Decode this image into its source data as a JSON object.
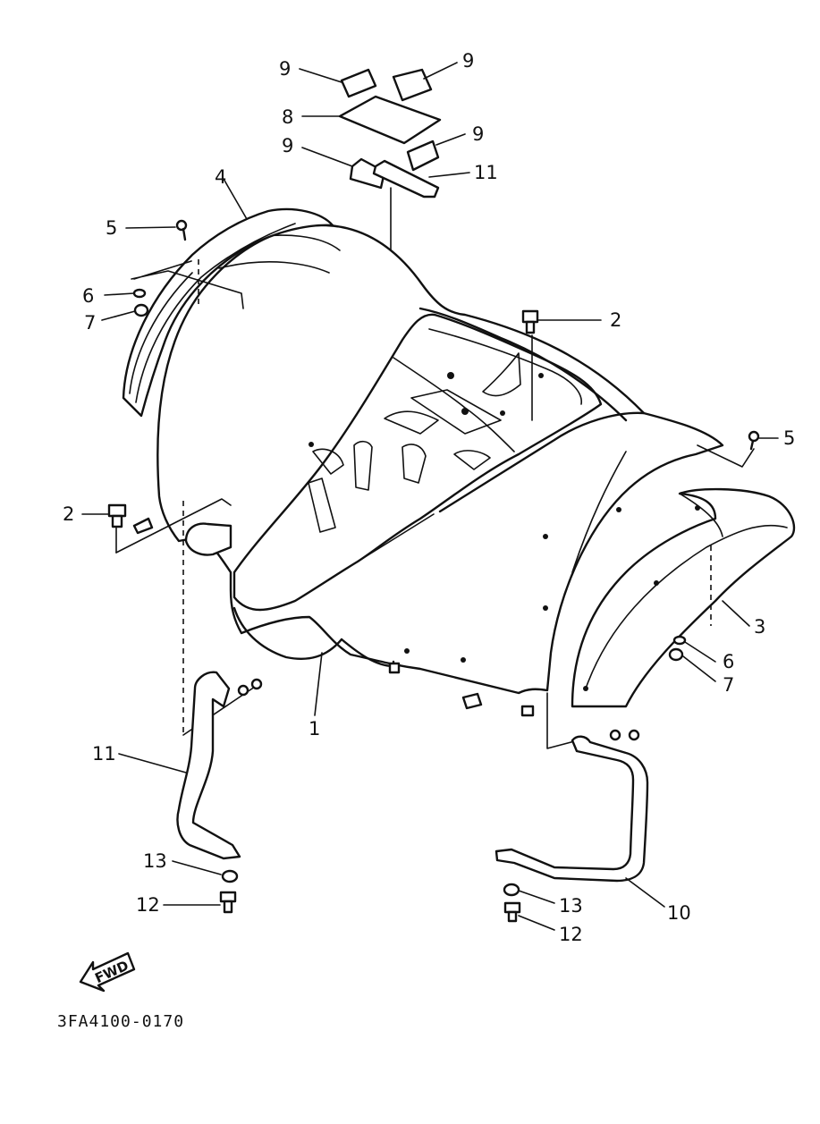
{
  "diagram": {
    "drawing_code": "3FA4100-0170",
    "direction_arrow": "FWD",
    "callouts": [
      {
        "id": "c9a",
        "label": "9"
      },
      {
        "id": "c9b",
        "label": "9"
      },
      {
        "id": "c8",
        "label": "8"
      },
      {
        "id": "c9c",
        "label": "9"
      },
      {
        "id": "c9d",
        "label": "9"
      },
      {
        "id": "c11a",
        "label": "11"
      },
      {
        "id": "c4",
        "label": "4"
      },
      {
        "id": "c5a",
        "label": "5"
      },
      {
        "id": "c6a",
        "label": "6"
      },
      {
        "id": "c7a",
        "label": "7"
      },
      {
        "id": "c2a",
        "label": "2"
      },
      {
        "id": "c5b",
        "label": "5"
      },
      {
        "id": "c2b",
        "label": "2"
      },
      {
        "id": "c3",
        "label": "3"
      },
      {
        "id": "c6b",
        "label": "6"
      },
      {
        "id": "c7b",
        "label": "7"
      },
      {
        "id": "c1",
        "label": "1"
      },
      {
        "id": "c11b",
        "label": "11"
      },
      {
        "id": "c13a",
        "label": "13"
      },
      {
        "id": "c12a",
        "label": "12"
      },
      {
        "id": "c13b",
        "label": "13"
      },
      {
        "id": "c12b",
        "label": "12"
      },
      {
        "id": "c10",
        "label": "10"
      }
    ]
  }
}
